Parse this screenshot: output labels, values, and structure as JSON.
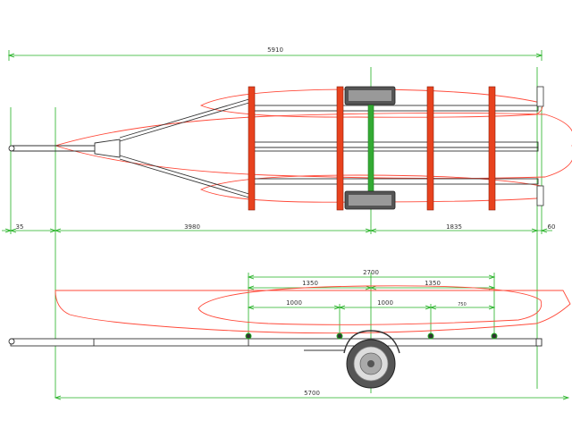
{
  "colors": {
    "dimension": "#22b022",
    "hull": "#ff4a3a",
    "bunk": "#e8421e",
    "frame": "#333333",
    "axle": "#33aa33",
    "tyre": "#444444",
    "wheel_rim": "#bbbbbb"
  },
  "top_view": {
    "dimensions": {
      "overall_length": "5910",
      "front_overhang": "35",
      "front_to_axle": "3980",
      "axle_to_rear": "1835",
      "rear_overhang": "60"
    }
  },
  "side_view": {
    "dimensions": {
      "support_span": "2700",
      "support_left_half": "1350",
      "support_right_half": "1350",
      "roller_left_spacing": "1000",
      "roller_right_spacing": "1000",
      "roller_rear_spacing": "750",
      "boat_length": "5700"
    }
  }
}
